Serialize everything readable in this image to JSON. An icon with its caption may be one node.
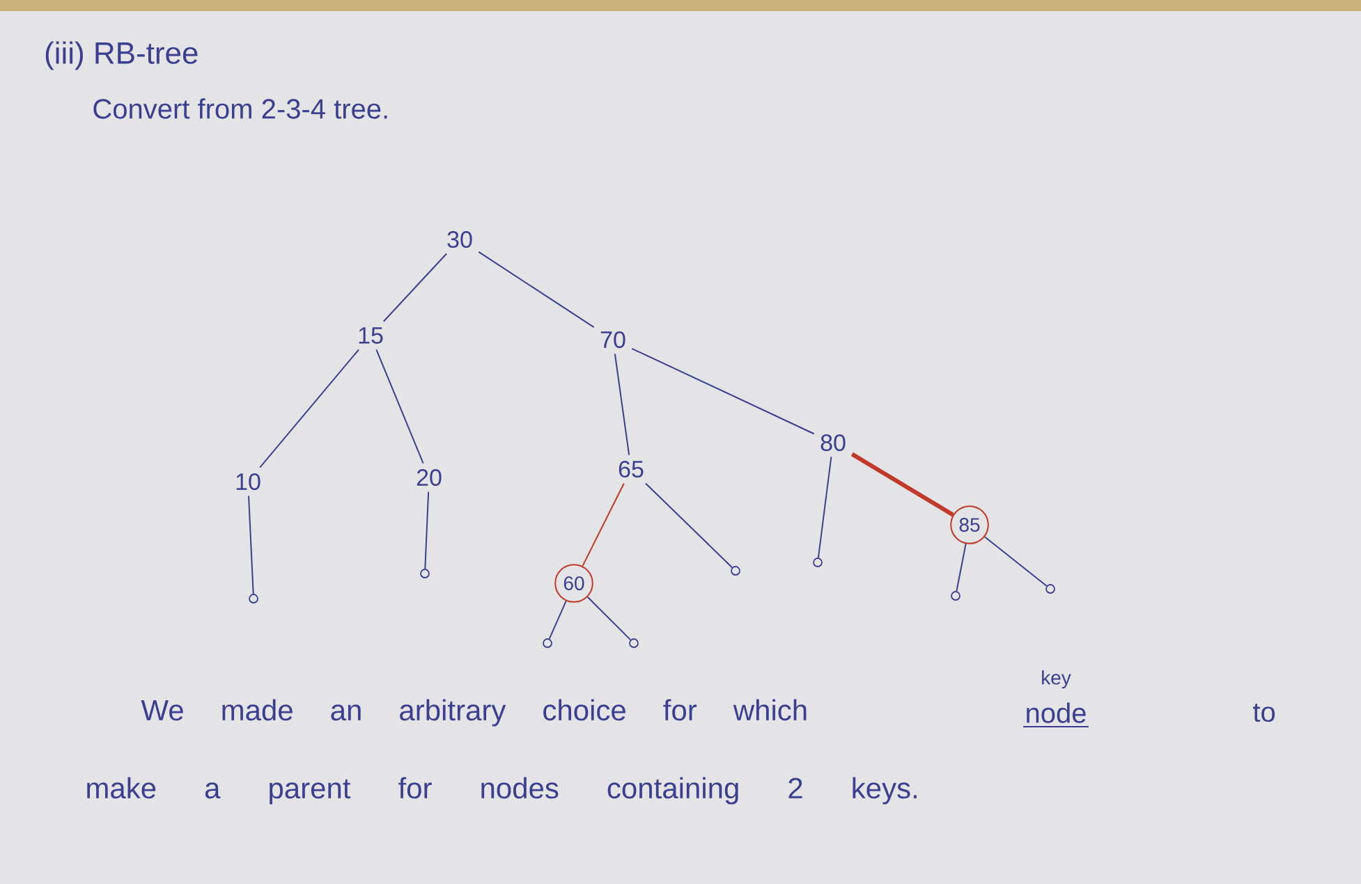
{
  "diagram": {
    "title": "(iii) RB-tree",
    "nodes": [
      {
        "text": [
          "30"
        ]
      },
      {
        "text": [
          "15"
        ]
      },
      {
        "text": [
          "70"
        ]
      },
      {
        "text": [
          "10"
        ]
      },
      {
        "text": [
          "20"
        ]
      },
      {
        "text": [
          "65"
        ]
      },
      {
        "text": [
          "80"
        ]
      },
      {
        "text": [
          "85"
        ]
      },
      {
        "text": [
          "60"
        ]
      },
      {
        "text": [],
        "shape": "circle"
      },
      {
        "text": [],
        "shape": "circle"
      },
      {
        "text": [],
        "shape": "circle"
      },
      {
        "text": [],
        "shape": "circle"
      },
      {
        "text": [],
        "shape": "circle"
      },
      {
        "text": [],
        "shape": "circle"
      },
      {
        "text": [],
        "shape": "circle"
      },
      {
        "text": [],
        "shape": "circle"
      }
    ],
    "edges": [
      {
        "from": 0,
        "to": 1,
        "arrow": "none"
      },
      {
        "from": 0,
        "to": 2,
        "arrow": "none"
      },
      {
        "from": 1,
        "to": 3,
        "arrow": "none"
      },
      {
        "from": 1,
        "to": 4,
        "arrow": "none"
      },
      {
        "from": 2,
        "to": 5,
        "arrow": "none"
      },
      {
        "from": 2,
        "to": 6,
        "arrow": "none"
      },
      {
        "from": 3,
        "to": 9,
        "arrow": "none"
      },
      {
        "from": 4,
        "to": 10,
        "arrow": "none"
      },
      {
        "from": 5,
        "to": 8,
        "arrow": "none",
        "color": "#c0392b"
      },
      {
        "from": 5,
        "to": 11,
        "arrow": "none"
      },
      {
        "from": 6,
        "to": 12,
        "arrow": "none"
      },
      {
        "from": 6,
        "to": 7,
        "arrow": "none",
        "style": "thick",
        "color": "#c0392b"
      },
      {
        "from": 8,
        "to": 15,
        "arrow": "none"
      },
      {
        "from": 8,
        "to": 16,
        "arrow": "none"
      },
      {
        "from": 7,
        "to": 13,
        "arrow": "none"
      },
      {
        "from": 7,
        "to": 14,
        "arrow": "none"
      }
    ],
    "labels": [
      "Convert from 2-3-4 tree.",
      "We made an arbitrary choice for which",
      "key",
      "node",
      "to",
      "make a parent for nodes containing 2 keys."
    ]
  }
}
